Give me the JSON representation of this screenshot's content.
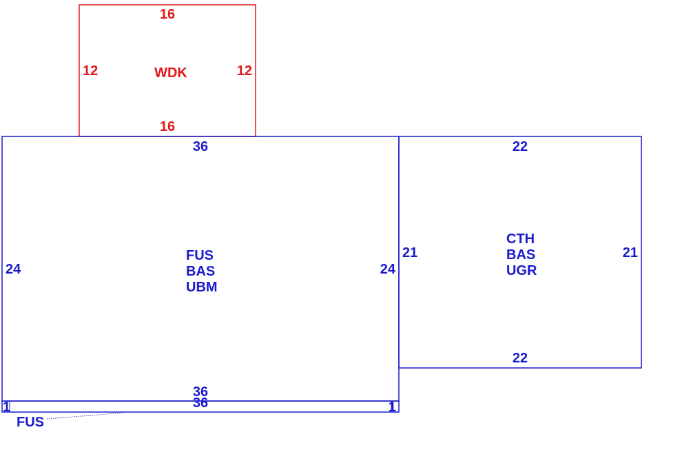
{
  "colors": {
    "deck": "#e01818",
    "building": "#1a1acc"
  },
  "sections": {
    "deck": {
      "code": "WDK",
      "dims": {
        "top": "16",
        "bottom": "16",
        "left": "12",
        "right": "12"
      }
    },
    "main": {
      "codes": [
        "FUS",
        "BAS",
        "UBM"
      ],
      "dims": {
        "top": "36",
        "bottom": "36",
        "left": "24",
        "right": "24"
      }
    },
    "garage": {
      "codes": [
        "CTH",
        "BAS",
        "UGR"
      ],
      "dims": {
        "top": "22",
        "bottom": "22",
        "left": "21",
        "right": "21"
      }
    },
    "strip": {
      "code": "FUS",
      "dims": {
        "bottom": "36",
        "left": "1",
        "right": "1"
      }
    }
  }
}
